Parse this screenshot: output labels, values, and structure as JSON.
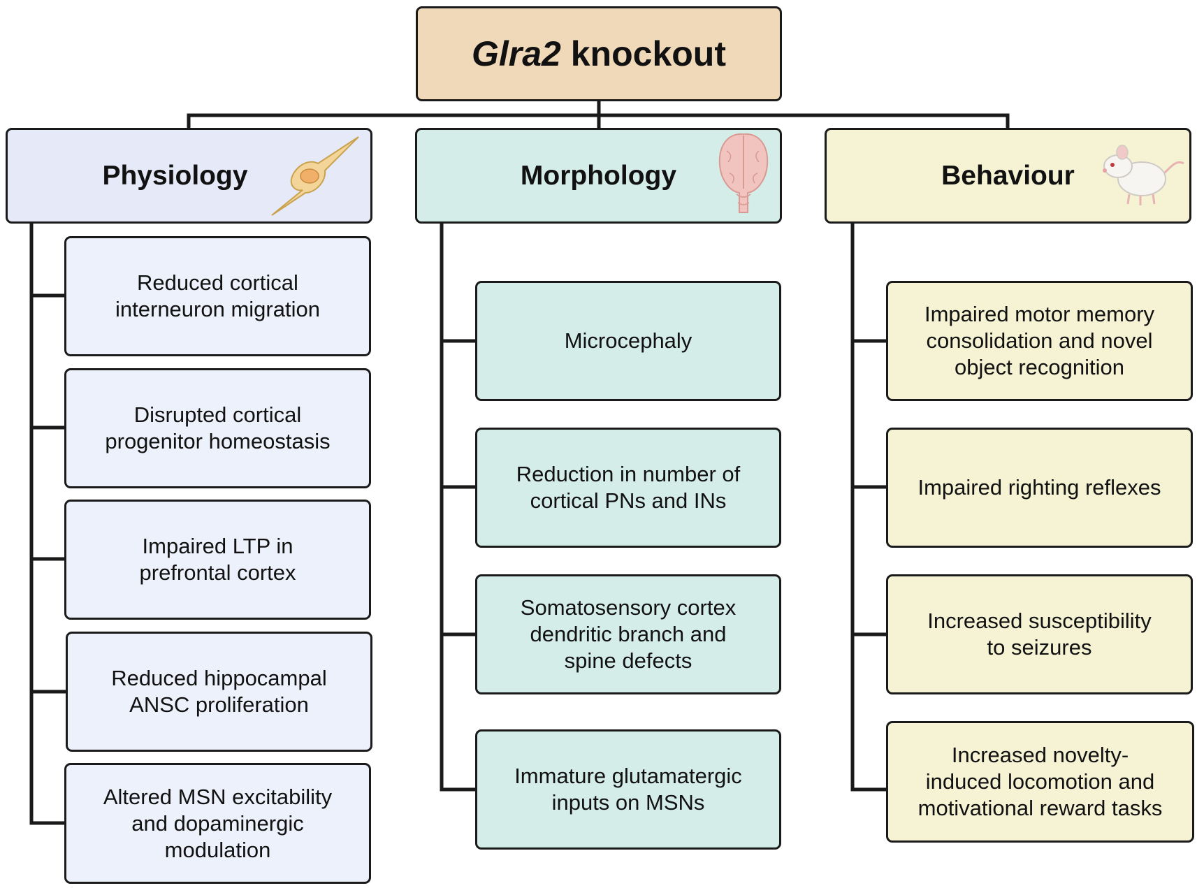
{
  "root": {
    "gene": "Glra2",
    "suffix": " knockout"
  },
  "columns": [
    {
      "title": "Physiology",
      "icon": "neuron-icon",
      "items": [
        "Reduced cortical\ninterneuron migration",
        "Disrupted cortical\nprogenitor homeostasis",
        "Impaired LTP in\nprefrontal cortex",
        "Reduced hippocampal\nANSC proliferation",
        "Altered MSN excitability\nand dopaminergic\nmodulation"
      ]
    },
    {
      "title": "Morphology",
      "icon": "brain-icon",
      "items": [
        "Microcephaly",
        "Reduction in number of\ncortical PNs and INs",
        "Somatosensory cortex\ndendritic branch and\nspine defects",
        "Immature glutamatergic\ninputs on MSNs"
      ]
    },
    {
      "title": "Behaviour",
      "icon": "mouse-icon",
      "items": [
        "Impaired motor memory\nconsolidation and novel\nobject recognition",
        "Impaired righting reflexes",
        "Increased susceptibility\nto seizures",
        "Increased novelty-\ninduced locomotion and\nmotivational reward tasks"
      ]
    }
  ],
  "colors": {
    "root_fill": "#f0d9b8",
    "physiology_fill": "#e6e9f8",
    "morphology_fill": "#d5ede9",
    "behaviour_fill": "#f5f3d4",
    "line": "#1a1a1a"
  }
}
